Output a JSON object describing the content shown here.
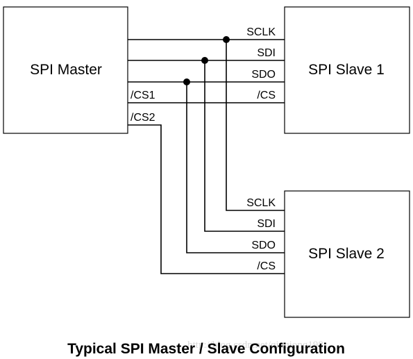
{
  "master": {
    "label": "SPI Master",
    "pins": {
      "cs1": "/CS1",
      "cs2": "/CS2"
    }
  },
  "slave1": {
    "label": "SPI Slave 1",
    "pins": {
      "sclk": "SCLK",
      "sdi": "SDI",
      "sdo": "SDO",
      "cs": "/CS"
    }
  },
  "slave2": {
    "label": "SPI Slave 2",
    "pins": {
      "sclk": "SCLK",
      "sdi": "SDI",
      "sdo": "SDO",
      "cs": "/CS"
    }
  },
  "caption": "Typical SPI Master / Slave Configuration",
  "watermark": "http://blog.csdn.net/qiuqiong198"
}
